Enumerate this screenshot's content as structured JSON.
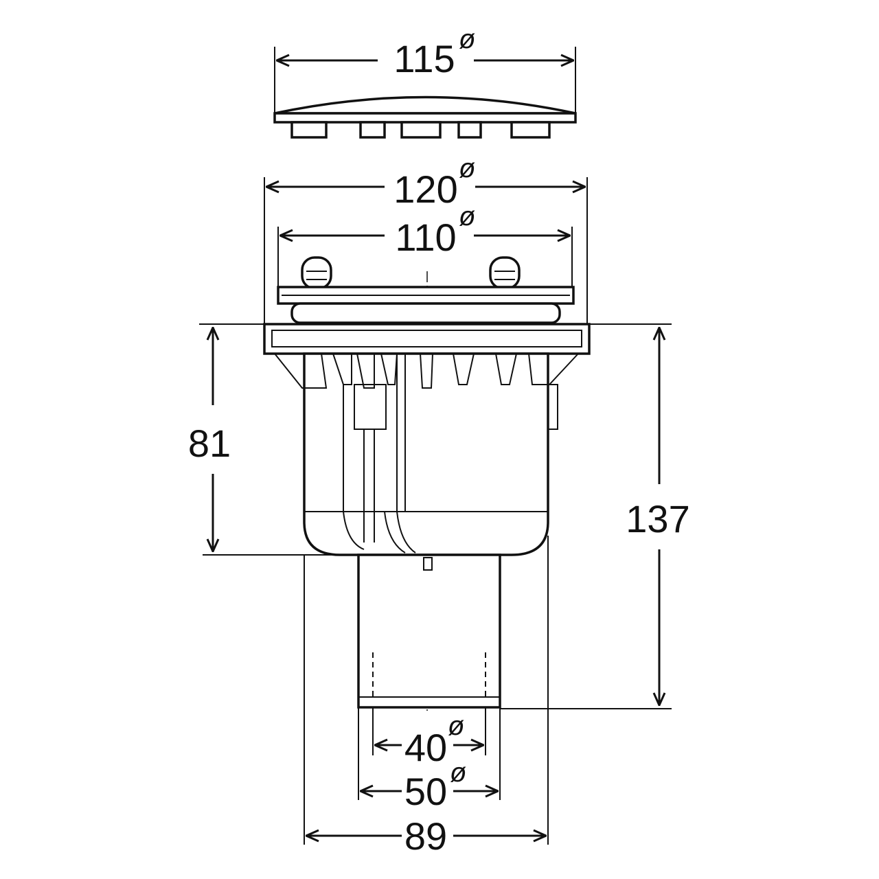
{
  "title": "Floor drain technical drawing",
  "diameter_symbol": "ø",
  "dimensions": {
    "cover_diameter": "115",
    "flange_outer_diameter": "120",
    "flange_inner_diameter": "110",
    "body_height": "81",
    "total_height": "137",
    "outlet_inner_diameter": "40",
    "outlet_outer_diameter": "50",
    "body_width": "89"
  }
}
